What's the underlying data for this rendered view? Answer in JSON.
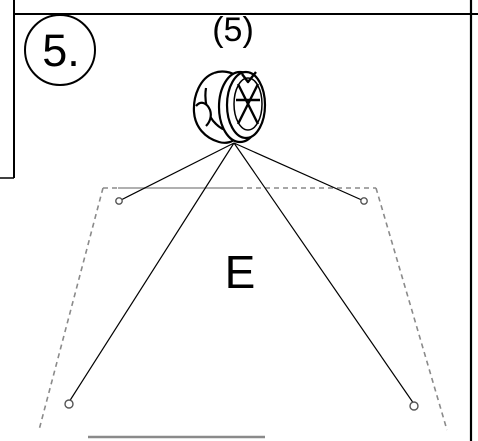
{
  "step": {
    "number_label": "5."
  },
  "part_reference": {
    "label": "(5)"
  },
  "panel": {
    "label": "E"
  },
  "colors": {
    "line": "#000000",
    "dashed_edge": "#8a8a8a",
    "background": "#ffffff"
  },
  "icons": {
    "hanging_hook": "hook-with-anchor-icon",
    "mount_points": "screw-point-icon"
  }
}
